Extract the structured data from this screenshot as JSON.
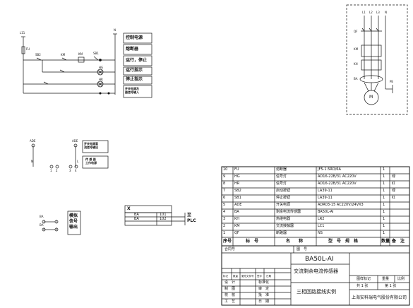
{
  "left_circuit": {
    "bus_l": "L11",
    "bus_n": "N",
    "fuse": "FU",
    "sb2": "SB2",
    "km1": "KM",
    "km2": "KM",
    "sb1": "SB1",
    "hg": "HG",
    "hr": "HR",
    "legend": [
      "控制电源",
      "熔断器",
      "运行，停止",
      "运行指示",
      "停止指示",
      "开关电源及\n器信号输入"
    ]
  },
  "ade_module": {
    "left_label": "ADE",
    "right_label": "ADE",
    "left_pin": "N",
    "right_pin": "L",
    "pin_a": "1",
    "pin_b": "2",
    "pin_c": "3",
    "pin_d": "4",
    "label1": "开关电源直\n流信号输出",
    "label2": "传 感 器\n工作电源"
  },
  "ba_module": {
    "ba1": "BA",
    "ba2": "BA",
    "pin3": "3",
    "pin4": "4",
    "pin1": "1",
    "pin2": "2",
    "label": "模拟\n信号\n输出"
  },
  "x_table": {
    "header": "X",
    "rows": [
      [
        "BA",
        "101"
      ],
      [
        "BA",
        "102"
      ]
    ],
    "to": "至",
    "plc": "PLC"
  },
  "motor": {
    "phases": [
      "L1",
      "L2",
      "L3",
      "N"
    ],
    "qf": "QF",
    "km": "KM",
    "kh": "KH",
    "ba": "BA",
    "pe": "PE",
    "motor_label": "M"
  },
  "bom": {
    "rows": [
      [
        "10",
        "FU",
        "熔断器",
        "JF5-1.5RD/6A",
        "1",
        ""
      ],
      [
        "9",
        "HG",
        "信号灯",
        "AD16-22B/31 AC220V",
        "1",
        "绿"
      ],
      [
        "8",
        "HR",
        "信号灯",
        "AD16-22B/31 AC220V",
        "1",
        "红"
      ],
      [
        "7",
        "SB2",
        "启动按钮",
        "LA39-11",
        "1",
        "绿"
      ],
      [
        "6",
        "SB1",
        "停止按钮",
        "LA39-11",
        "1",
        "红"
      ],
      [
        "5",
        "ADE",
        "开关电源",
        "ADR03-15 AC220V/24VX3",
        "1",
        ""
      ],
      [
        "4",
        "BA",
        "剩余电流传感器",
        "BA50L-AI",
        "1",
        ""
      ],
      [
        "3",
        "KH",
        "热继电器",
        "LR2",
        "1",
        ""
      ],
      [
        "2",
        "KM",
        "交流接触器",
        "LC1",
        "1",
        ""
      ],
      [
        "1",
        "QF",
        "断路器",
        "NS",
        "1",
        ""
      ]
    ],
    "header": [
      "序号",
      "标　号",
      "名　　称",
      "型　号　规　格",
      "数量",
      "备　注"
    ]
  },
  "title_block": {
    "contract_no": "合同号",
    "drawing_no": "图　号",
    "product": "BA50L-AI",
    "name1": "交流剩余电流传感器",
    "name2": "三相回路接线实例",
    "stage_mark": "图样标记",
    "weight": "重量",
    "scale": "比例",
    "total": "共 1 张",
    "sheet": "第 1 张",
    "company": "上海安科瑞电气股份有限公司",
    "rev_header": [
      "标记",
      "数量",
      "更改文件号",
      "签字",
      "日期"
    ],
    "sign_rows": [
      [
        "设　计",
        "",
        "标准化",
        ""
      ],
      [
        "制　图",
        "",
        "审　定",
        ""
      ],
      [
        "校　核",
        "",
        "批　准",
        ""
      ],
      [
        "工　艺",
        "",
        "日　期",
        ""
      ]
    ]
  }
}
